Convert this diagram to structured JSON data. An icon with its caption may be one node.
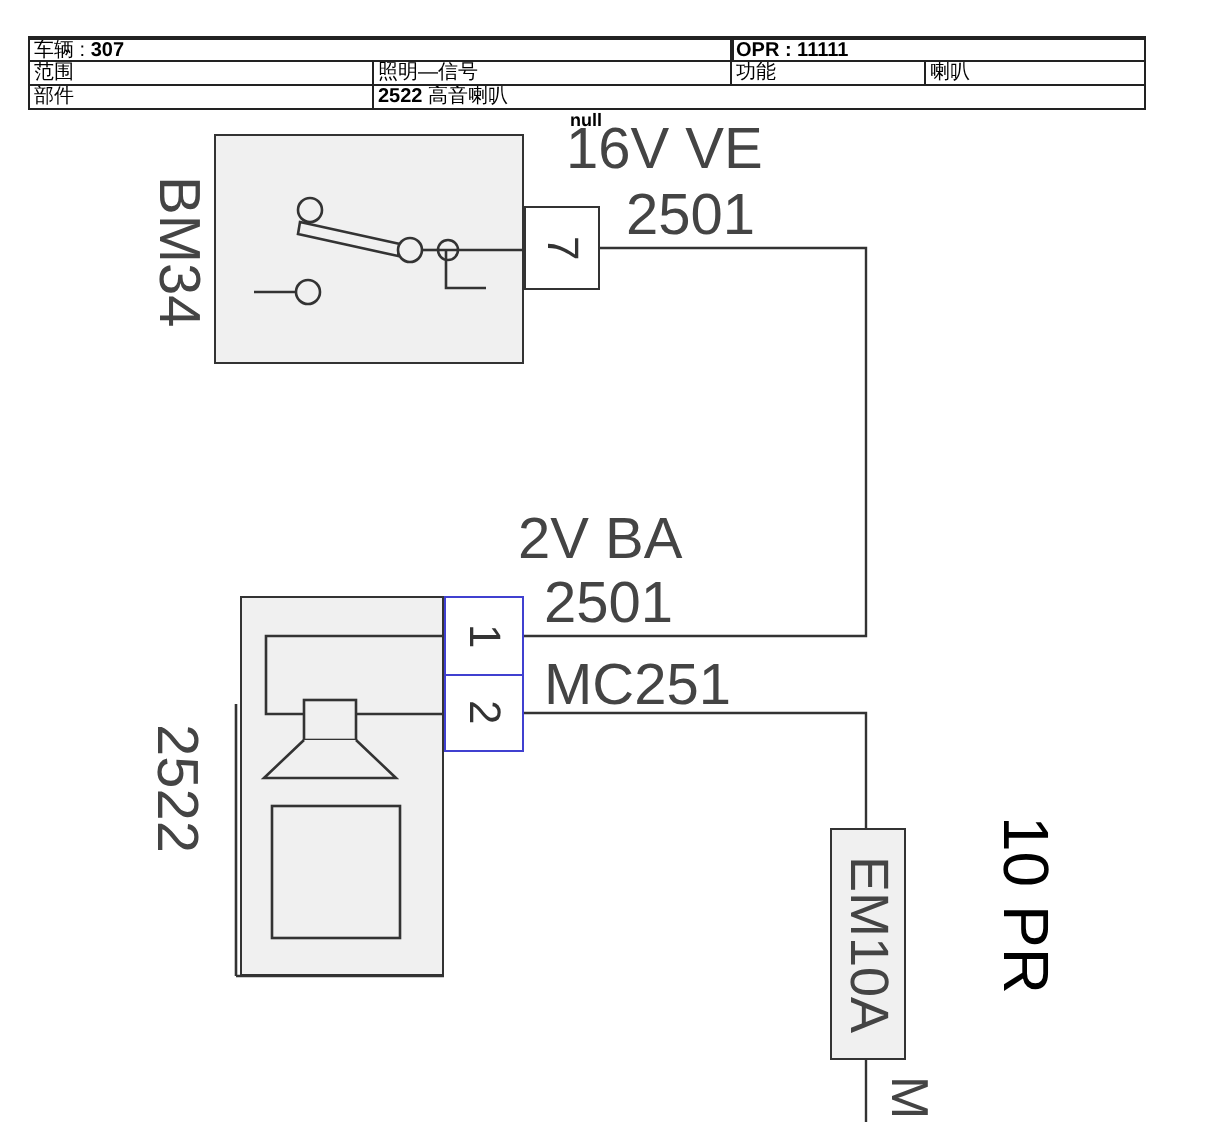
{
  "diagram": {
    "nodes": [
      {
        "text": [
          "BM34"
        ]
      },
      {
        "text": [
          "7"
        ]
      },
      {
        "text": [
          "2522"
        ]
      },
      {
        "text": [
          "1"
        ]
      },
      {
        "text": [
          "2"
        ]
      },
      {
        "text": [
          "EM10A"
        ]
      }
    ],
    "edges": [
      {
        "from": 1,
        "to": 3,
        "arrow": "none"
      },
      {
        "from": 4,
        "to": 5,
        "arrow": "none"
      },
      {
        "from": 5,
        "to": null,
        "arrow": "none"
      }
    ],
    "labels": [
      "车辆 : **307**",
      "OPR : 11111",
      "范围",
      "照明—信号",
      "功能",
      "喇叭",
      "部件",
      "**2522** 高音喇叭",
      "null",
      "16V VE",
      "2501",
      "2V BA",
      "2501",
      "MC251",
      "10 PR",
      "M"
    ]
  }
}
